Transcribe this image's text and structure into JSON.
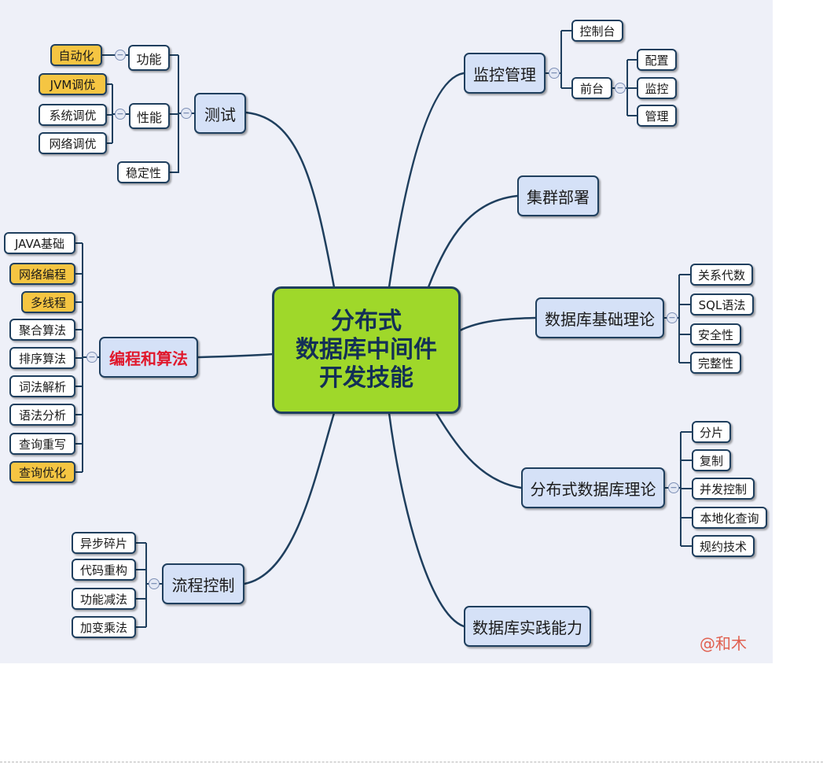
{
  "center": {
    "line1": "分布式",
    "line2": "数据库中间件",
    "line3": "开发技能"
  },
  "branches": {
    "test": {
      "label": "测试",
      "func": "功能",
      "perf": "性能",
      "stable": "稳定性",
      "leaves": [
        "自动化",
        "JVM调优",
        "系统调优",
        "网络调优"
      ]
    },
    "monitor": {
      "label": "监控管理",
      "console": "控制台",
      "front": "前台",
      "leaves": [
        "配置",
        "监控",
        "管理"
      ]
    },
    "cluster": {
      "label": "集群部署"
    },
    "dbtheory": {
      "label": "数据库基础理论",
      "leaves": [
        "关系代数",
        "SQL语法",
        "安全性",
        "完整性"
      ]
    },
    "prog": {
      "label": "编程和算法",
      "leaves": [
        "JAVA基础",
        "网络编程",
        "多线程",
        "聚合算法",
        "排序算法",
        "词法解析",
        "语法分析",
        "查询重写",
        "查询优化"
      ]
    },
    "dist": {
      "label": "分布式数据库理论",
      "leaves": [
        "分片",
        "复制",
        "并发控制",
        "本地化查询",
        "规约技术"
      ]
    },
    "flow": {
      "label": "流程控制",
      "leaves": [
        "异步碎片",
        "代码重构",
        "功能减法",
        "加变乘法"
      ]
    },
    "practice": {
      "label": "数据库实践能力"
    }
  },
  "watermark": "@和木",
  "colors": {
    "background": "#eef0f8",
    "center": "#9fd82a",
    "branch": "#d5e1f7",
    "highlight": "#f5c542",
    "line": "#1f3f5e",
    "red_text": "#e0182c"
  }
}
